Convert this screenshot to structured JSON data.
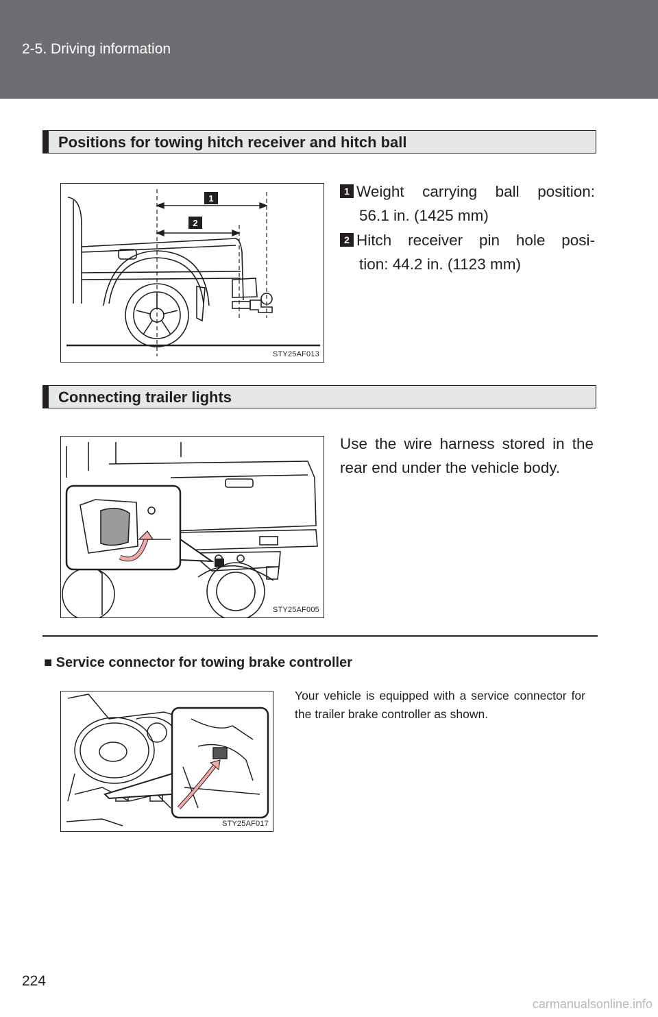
{
  "header": {
    "section": "2-5. Driving information"
  },
  "section1": {
    "title": "Positions for towing hitch receiver and hitch ball",
    "figure_code": "STY25AF013",
    "items": [
      {
        "number": "1",
        "line1_words": [
          "Weight",
          "carrying",
          "ball",
          "position:"
        ],
        "line2": "56.1 in. (1425 mm)"
      },
      {
        "number": "2",
        "line1_words": [
          "Hitch",
          "receiver",
          "pin",
          "hole",
          "posi-"
        ],
        "line2": "tion: 44.2 in. (1123 mm)"
      }
    ]
  },
  "section2": {
    "title": "Connecting trailer lights",
    "figure_code": "STY25AF005",
    "text": "Use the wire harness stored in the rear end under the vehicle body."
  },
  "section3": {
    "bullet": "■",
    "title": "Service connector for towing brake controller",
    "figure_code": "STY25AF017",
    "text": "Your vehicle is equipped with a service connector for the trailer brake controller as shown."
  },
  "page_number": "224",
  "watermark": "carmanualsonline.info"
}
